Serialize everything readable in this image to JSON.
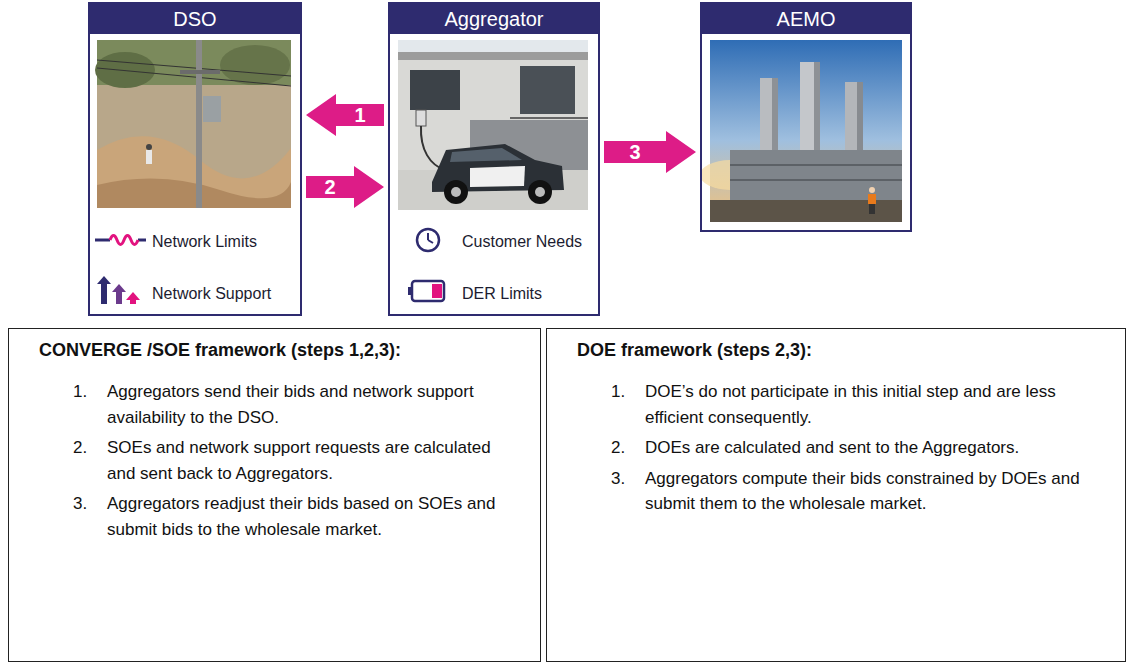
{
  "diagram": {
    "nodes": [
      {
        "text": [
          "DSO",
          "Network Limits",
          "Network Support"
        ]
      },
      {
        "text": [
          "Aggregator",
          "Customer Needs",
          "DER Limits"
        ]
      },
      {
        "text": [
          "AEMO"
        ]
      },
      {
        "text": [
          "CONVERGE /SOE framework (steps 1,2,3):",
          "1.",
          "Aggregators send their bids and network support availability to the DSO.",
          "2.",
          "SOEs and network support requests are calculated and sent back to Aggregators.",
          "3.",
          "Aggregators readjust their bids based on SOEs and submit bids to the wholesale market."
        ]
      },
      {
        "text": [
          "DOE framework (steps 2,3):",
          "1.",
          "DOE’s do not participate in this initial step and are less efficient consequently.",
          "2.",
          "DOEs are calculated and sent to the Aggregators.",
          "3.",
          "Aggregators compute their bids constrained by DOEs and submit them to the wholesale market."
        ]
      }
    ],
    "edges": [
      {
        "from": 1,
        "to": 0,
        "arrow": "to",
        "label": "1"
      },
      {
        "from": 0,
        "to": 1,
        "arrow": "to",
        "label": "2"
      },
      {
        "from": 1,
        "to": 2,
        "arrow": "to",
        "label": "3"
      }
    ]
  }
}
